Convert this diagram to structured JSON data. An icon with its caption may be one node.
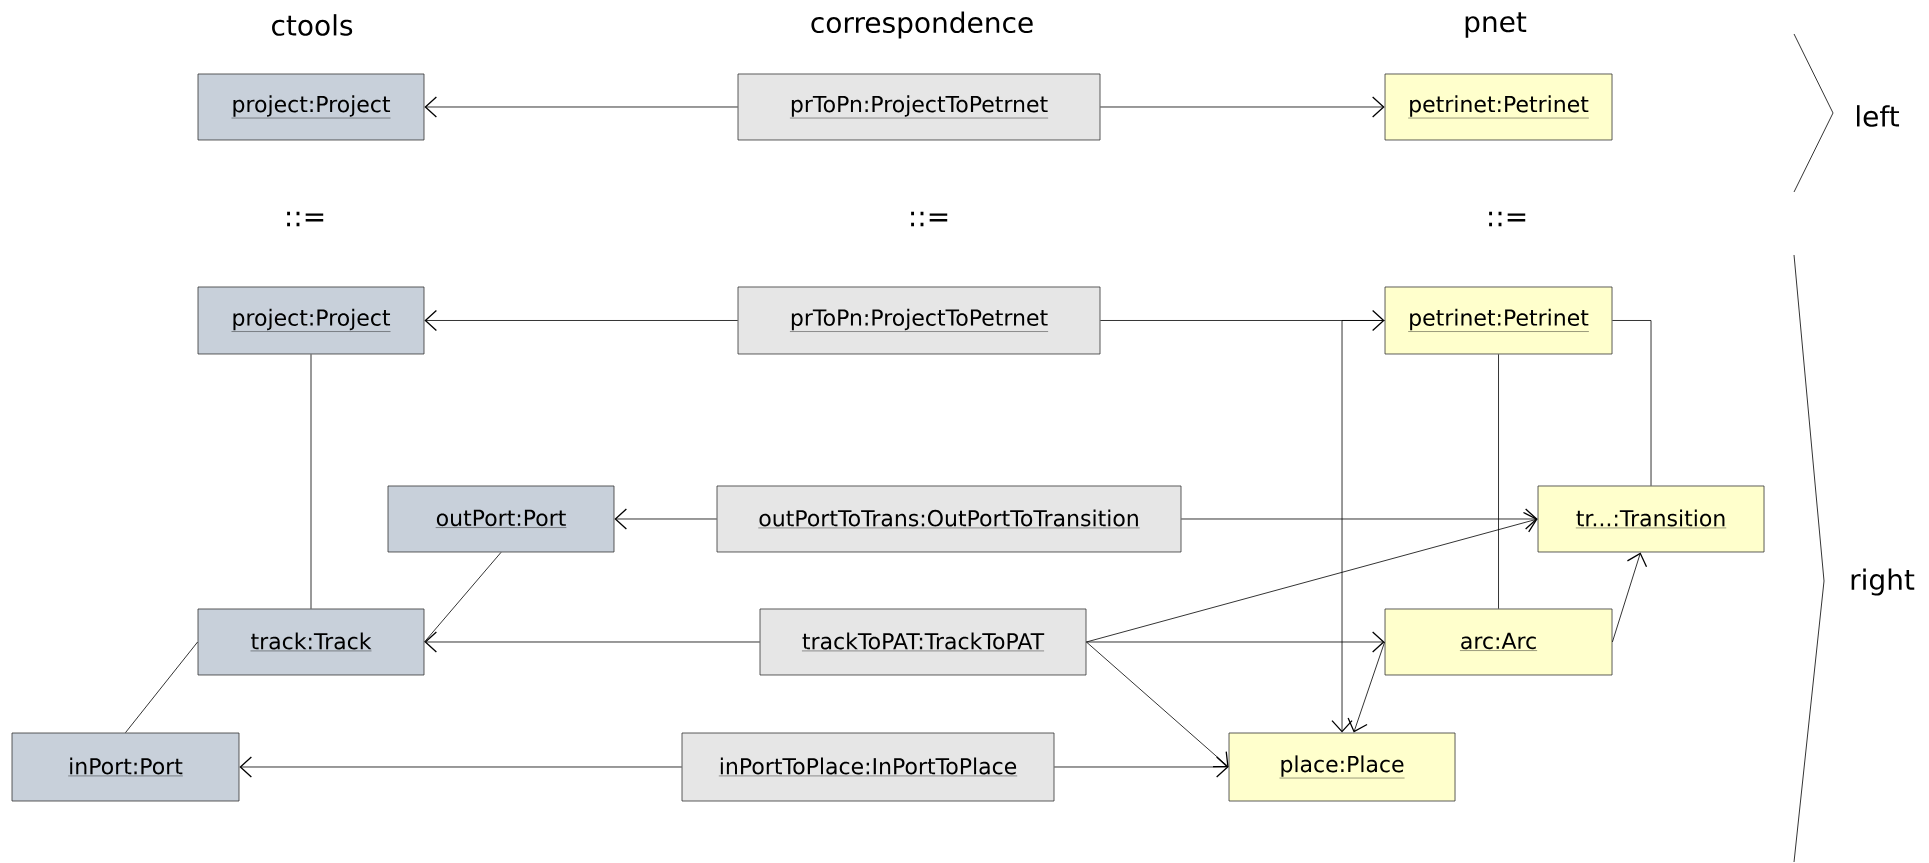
{
  "diagram": {
    "nodes": [
      {
        "text": [
          "project:Project"
        ]
      },
      {
        "text": [
          "prToPn:ProjectToPetrnet"
        ]
      },
      {
        "text": [
          "petrinet:Petrinet"
        ]
      },
      {
        "text": [
          "project:Project"
        ]
      },
      {
        "text": [
          "prToPn:ProjectToPetrnet"
        ]
      },
      {
        "text": [
          "petrinet:Petrinet"
        ]
      },
      {
        "text": [
          "outPort:Port"
        ]
      },
      {
        "text": [
          "outPortToTrans:OutPortToTransition"
        ]
      },
      {
        "text": [
          "tr...:Transition"
        ]
      },
      {
        "text": [
          "track:Track"
        ]
      },
      {
        "text": [
          "trackToPAT:TrackToPAT"
        ]
      },
      {
        "text": [
          "arc:Arc"
        ]
      },
      {
        "text": [
          "inPort:Port"
        ]
      },
      {
        "text": [
          "inPortToPlace:InPortToPlace"
        ]
      },
      {
        "text": [
          "place:Place"
        ]
      }
    ],
    "edges": [
      {
        "from": 1,
        "to": 0,
        "arrow": "to"
      },
      {
        "from": 1,
        "to": 2,
        "arrow": "to"
      },
      {
        "from": 4,
        "to": 3,
        "arrow": "to"
      },
      {
        "from": 4,
        "to": 5,
        "arrow": "to"
      },
      {
        "from": 5,
        "to": 8,
        "arrow": "none"
      },
      {
        "from": 5,
        "to": 11,
        "arrow": "none"
      },
      {
        "from": 5,
        "to": 14,
        "arrow": "to"
      },
      {
        "from": 3,
        "to": 9,
        "arrow": "none"
      },
      {
        "from": 7,
        "to": 6,
        "arrow": "to"
      },
      {
        "from": 7,
        "to": 8,
        "arrow": "to"
      },
      {
        "from": 6,
        "to": 9,
        "arrow": "none"
      },
      {
        "from": 10,
        "to": 9,
        "arrow": "to"
      },
      {
        "from": 10,
        "to": 8,
        "arrow": "to"
      },
      {
        "from": 10,
        "to": 11,
        "arrow": "to"
      },
      {
        "from": 10,
        "to": 14,
        "arrow": "to"
      },
      {
        "from": 11,
        "to": 8,
        "arrow": "to"
      },
      {
        "from": 11,
        "to": 14,
        "arrow": "to"
      },
      {
        "from": 9,
        "to": 12,
        "arrow": "none"
      },
      {
        "from": 13,
        "to": 12,
        "arrow": "to"
      },
      {
        "from": 13,
        "to": 14,
        "arrow": "to"
      }
    ],
    "labels": [
      "ctools",
      "correspondence",
      "pnet",
      "left",
      "::=",
      "::=",
      "::=",
      "right"
    ]
  }
}
